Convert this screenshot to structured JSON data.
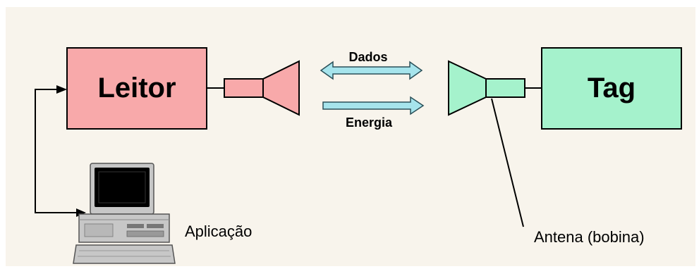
{
  "reader": {
    "label": "Leitor"
  },
  "tag": {
    "label": "Tag"
  },
  "arrows": {
    "data_label": "Dados",
    "energy_label": "Energia"
  },
  "computer": {
    "label": "Aplicação"
  },
  "antenna": {
    "label": "Antena (bobina)"
  },
  "colors": {
    "background": "#f8f4ec",
    "reader_fill": "#f8a9aa",
    "tag_fill": "#a5f2cc",
    "arrow_fill": "#a6e4ec",
    "computer_body": "#c7c7c7",
    "screen": "#000000"
  }
}
